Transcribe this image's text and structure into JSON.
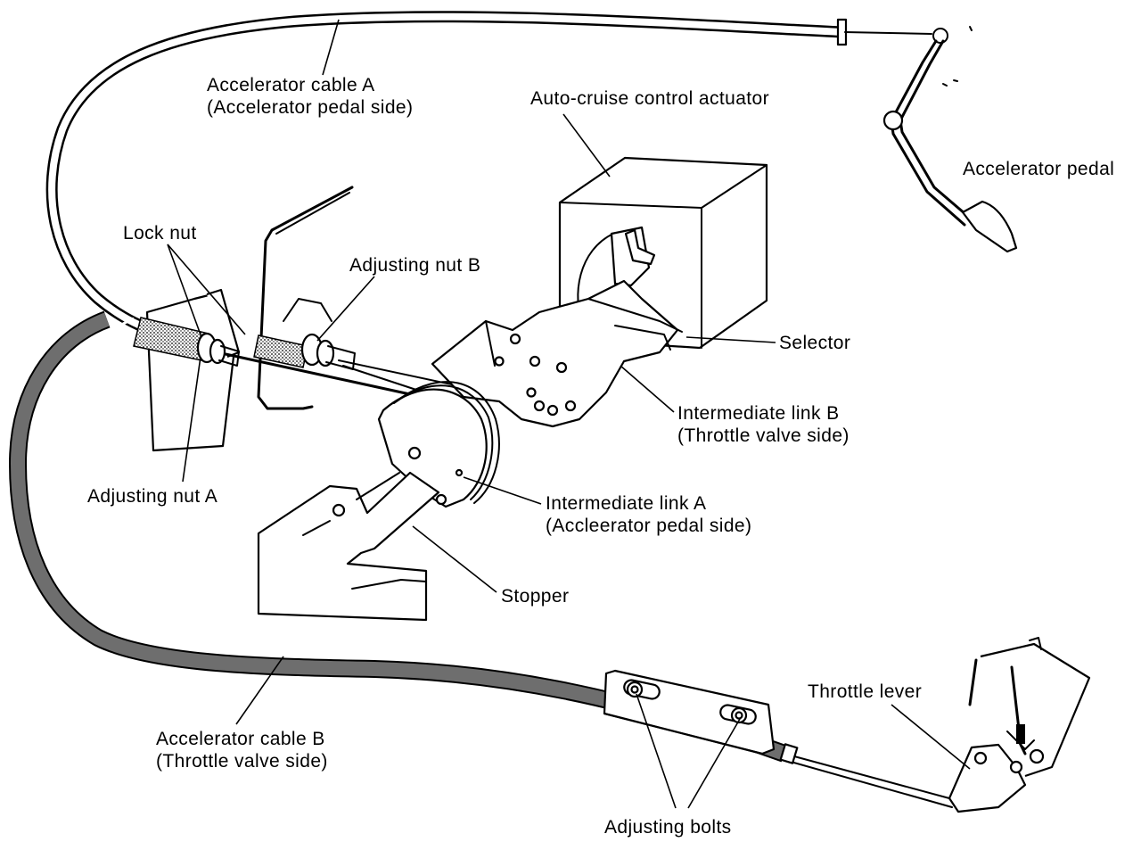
{
  "labels": {
    "accel_cable_a_line1": "Accelerator cable A",
    "accel_cable_a_line2": "(Accelerator pedal side)",
    "actuator": "Auto-cruise control actuator",
    "accel_pedal": "Accelerator pedal",
    "lock_nut": "Lock nut",
    "adjusting_nut_b": "Adjusting nut B",
    "selector": "Selector",
    "link_b_line1": "Intermediate link B",
    "link_b_line2": "(Throttle valve side)",
    "adjusting_nut_a": "Adjusting nut A",
    "link_a_line1": "Intermediate link A",
    "link_a_line2": "(Accleerator pedal side)",
    "stopper": "Stopper",
    "throttle_lever": "Throttle lever",
    "accel_cable_b_line1": "Accelerator cable B",
    "accel_cable_b_line2": "(Throttle valve side)",
    "adjusting_bolts": "Adjusting bolts"
  },
  "colors": {
    "ink": "#000000",
    "paper": "#ffffff",
    "cable_shading": "#6e6e6e"
  }
}
